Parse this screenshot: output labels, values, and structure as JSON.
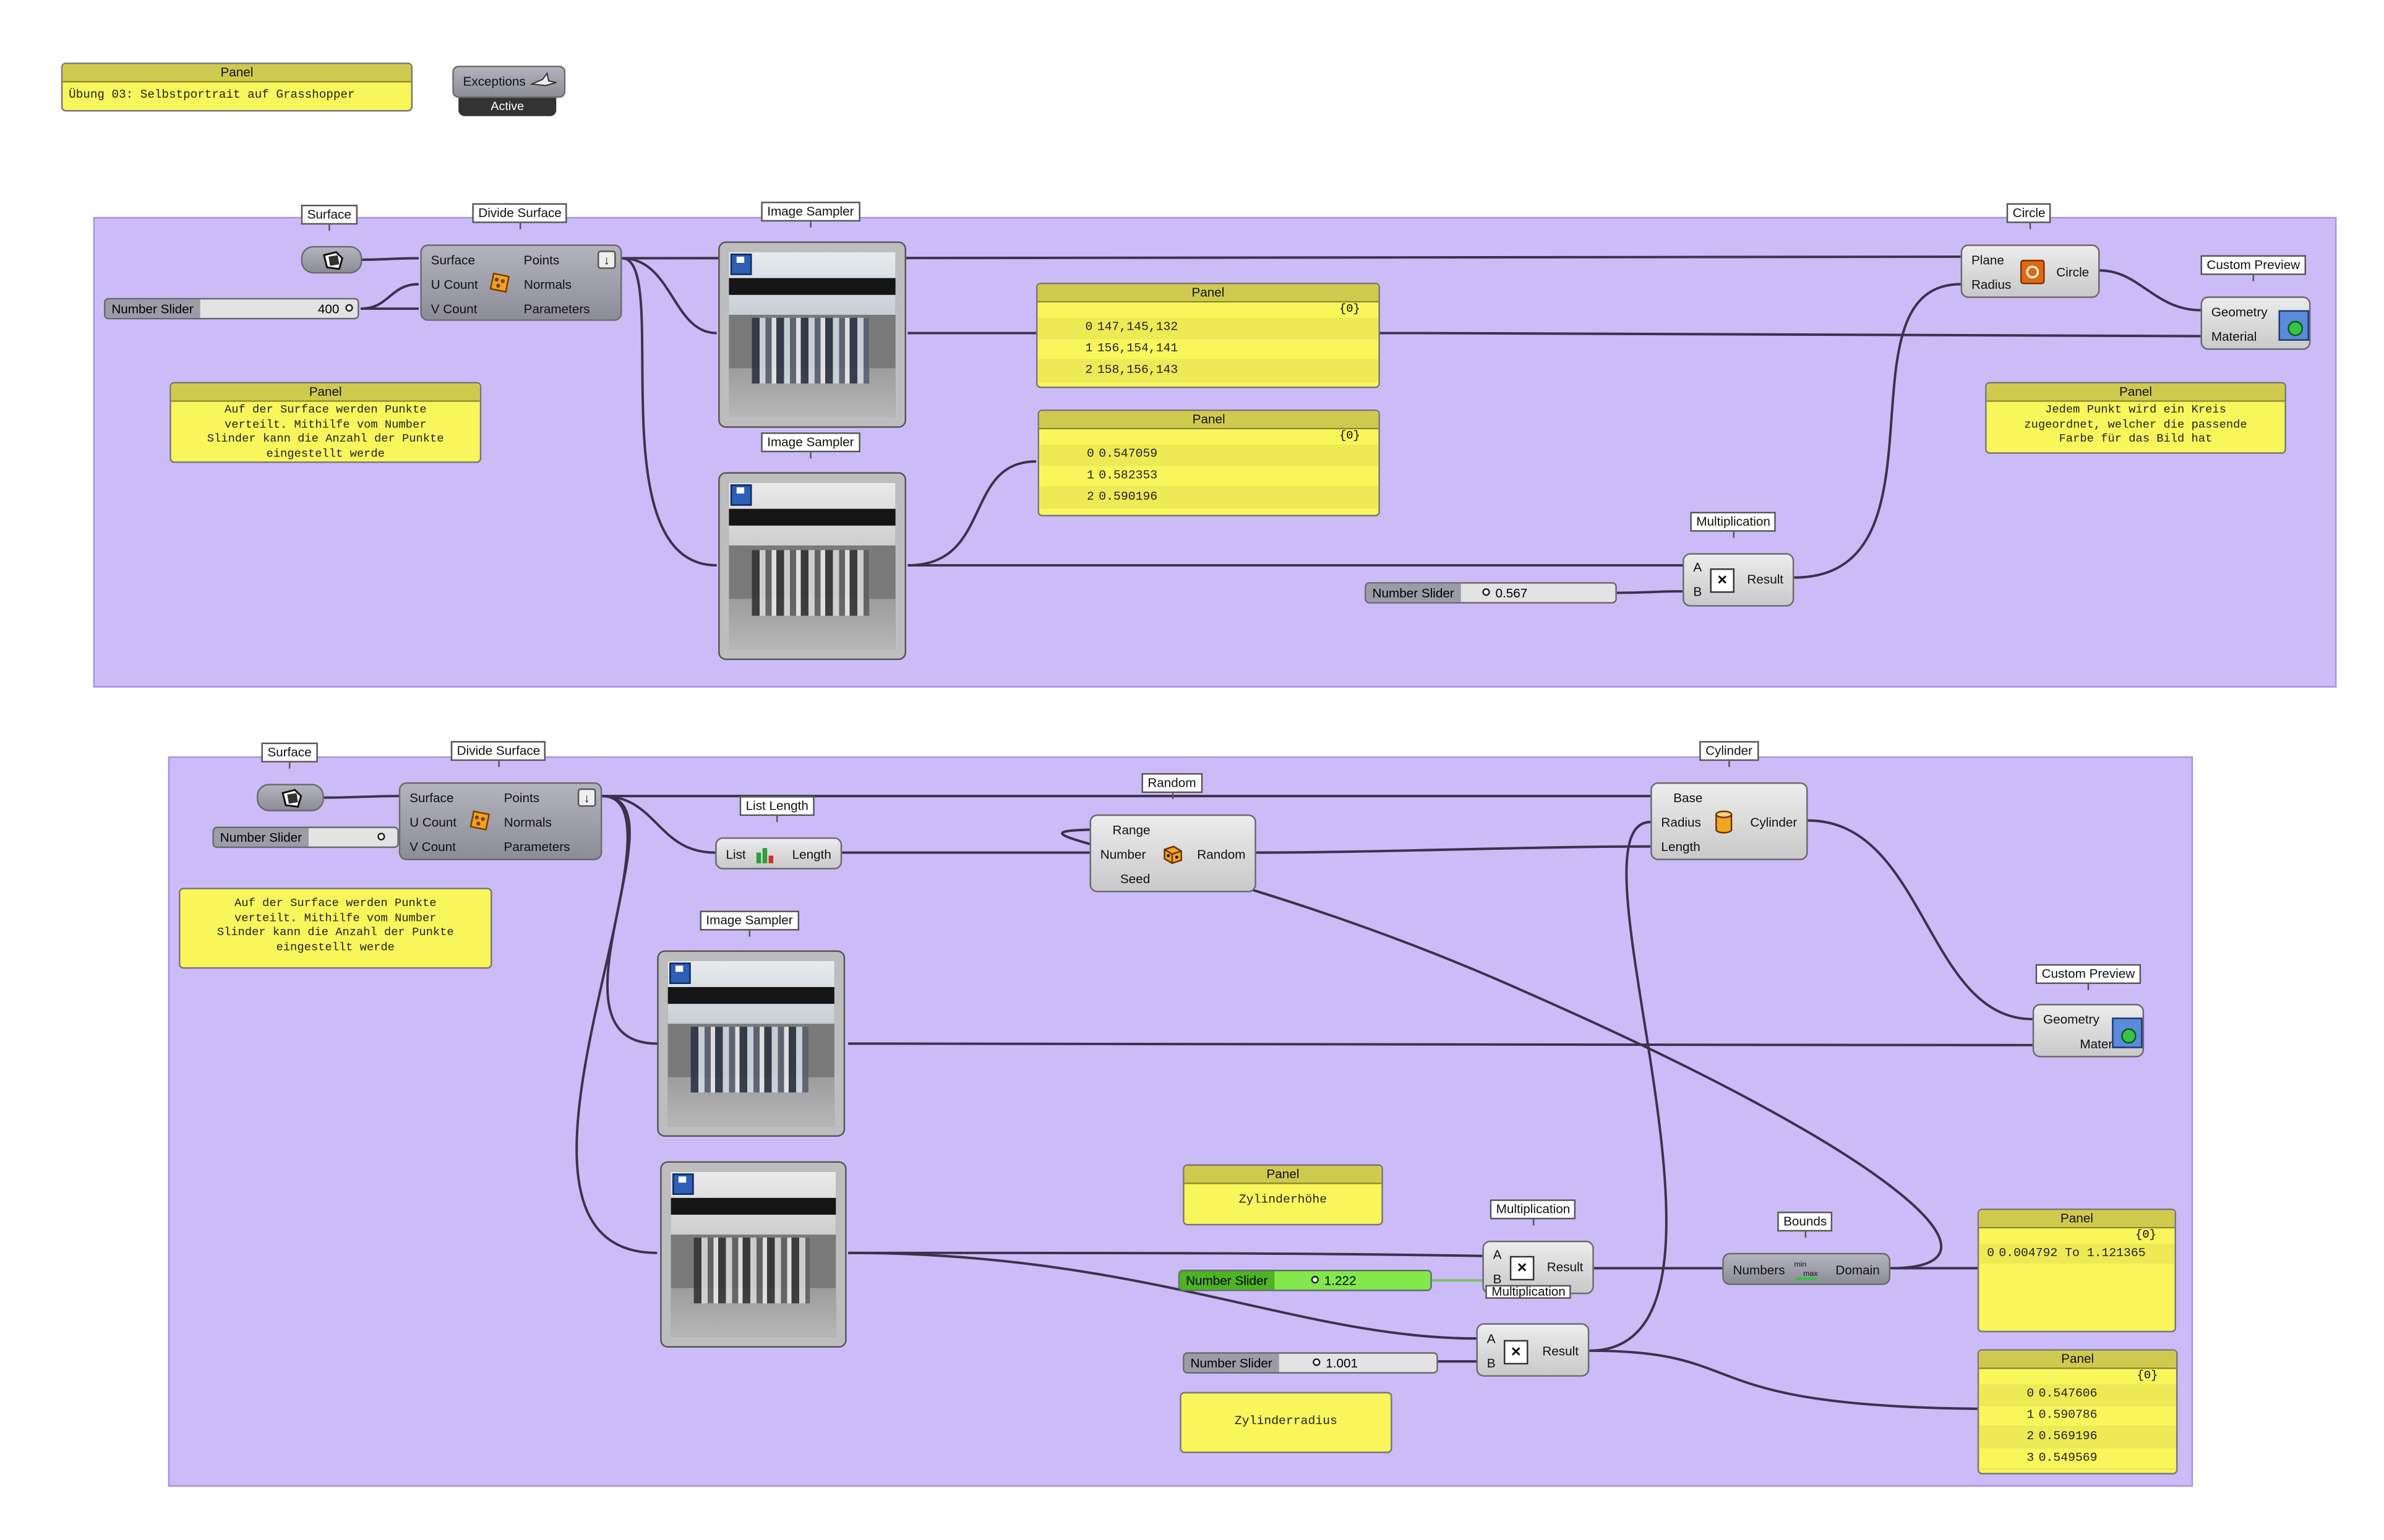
{
  "title_panel": {
    "header": "Panel",
    "text": "Übung 03: Selbstportrait auf Grasshopper"
  },
  "exceptions": {
    "label": "Exceptions",
    "status": "Active"
  },
  "group1": {
    "surface_tag": "Surface",
    "divide_tag": "Divide Surface",
    "divide_inputs": [
      "Surface",
      "U Count",
      "V Count"
    ],
    "divide_outputs": [
      "Points",
      "Normals",
      "Parameters"
    ],
    "slider": {
      "label": "Number Slider",
      "value": "400"
    },
    "note_panel": {
      "header": "Panel",
      "text": "Auf der Surface werden Punkte\nverteilt. Mithilfe vom Number\nSlinder kann die Anzahl der Punkte\neingestellt werde"
    },
    "sampler1_tag": "Image Sampler",
    "sampler2_tag": "Image Sampler",
    "color_panel": {
      "header": "Panel",
      "count": "{0}",
      "rows": [
        {
          "i": "0",
          "v": "147,145,132"
        },
        {
          "i": "1",
          "v": "156,154,141"
        },
        {
          "i": "2",
          "v": "158,156,143"
        }
      ]
    },
    "value_panel": {
      "header": "Panel",
      "count": "{0}",
      "rows": [
        {
          "i": "0",
          "v": "0.547059"
        },
        {
          "i": "1",
          "v": "0.582353"
        },
        {
          "i": "2",
          "v": "0.590196"
        }
      ]
    },
    "circle": {
      "tag": "Circle",
      "inputs": [
        "Plane",
        "Radius"
      ],
      "output": "Circle"
    },
    "preview": {
      "tag": "Custom Preview",
      "inputs": [
        "Geometry",
        "Material"
      ]
    },
    "right_panel": {
      "header": "Panel",
      "text": "Jedem Punkt wird ein Kreis\nzugeordnet, welcher die passende\nFarbe für das Bild hat"
    },
    "mult": {
      "tag": "Multiplication",
      "inputs": [
        "A",
        "B"
      ],
      "output": "Result"
    },
    "slider2": {
      "label": "Number Slider",
      "value": "0.567"
    }
  },
  "group2": {
    "surface_tag": "Surface",
    "divide_tag": "Divide Surface",
    "divide_inputs": [
      "Surface",
      "U Count",
      "V Count"
    ],
    "divide_outputs": [
      "Points",
      "Normals",
      "Parameters"
    ],
    "slider": {
      "label": "Number Slider"
    },
    "note_text": "Auf der Surface werden Punkte\nverteilt. Mithilfe vom Number\nSlinder kann die Anzahl der Punkte\neingestellt werde",
    "list_length": {
      "tag": "List Length",
      "input": "List",
      "output": "Length"
    },
    "random": {
      "tag": "Random",
      "inputs": [
        "Range",
        "Number",
        "Seed"
      ],
      "output": "Random"
    },
    "cylinder": {
      "tag": "Cylinder",
      "inputs": [
        "Base",
        "Radius",
        "Length"
      ],
      "output": "Cylinder"
    },
    "sampler_tag": "Image Sampler",
    "preview": {
      "tag": "Custom Preview",
      "inputs": [
        "Geometry",
        "Material"
      ]
    },
    "height_panel": {
      "header": "Panel",
      "text": "Zylinderhöhe"
    },
    "mult1": {
      "tag": "Multiplication",
      "inputs": [
        "A",
        "B"
      ],
      "output": "Result"
    },
    "mult2": {
      "tag": "Multiplication",
      "inputs": [
        "A",
        "B"
      ],
      "output": "Result"
    },
    "slider_green": {
      "label": "Number Slider",
      "value": "1.222"
    },
    "slider3": {
      "label": "Number Slider",
      "value": "1.001"
    },
    "radius_text": "Zylinderradius",
    "bounds": {
      "tag": "Bounds",
      "input": "Numbers",
      "output": "Domain"
    },
    "domain_panel": {
      "header": "Panel",
      "count": "{0}",
      "row_i": "0",
      "row_v": "0.004792 To 1.121365"
    },
    "values_panel": {
      "header": "Panel",
      "count": "{0}",
      "rows": [
        {
          "i": "0",
          "v": "0.547606"
        },
        {
          "i": "1",
          "v": "0.590786"
        },
        {
          "i": "2",
          "v": "0.569196"
        },
        {
          "i": "3",
          "v": "0.549569"
        }
      ]
    }
  },
  "colors": {
    "group_fill": "#cbbcf8",
    "panel_fill": "#f8f65b",
    "panel_header": "#cfca4e",
    "wire": "#3a3349",
    "slider_green": "#6fd63a"
  }
}
